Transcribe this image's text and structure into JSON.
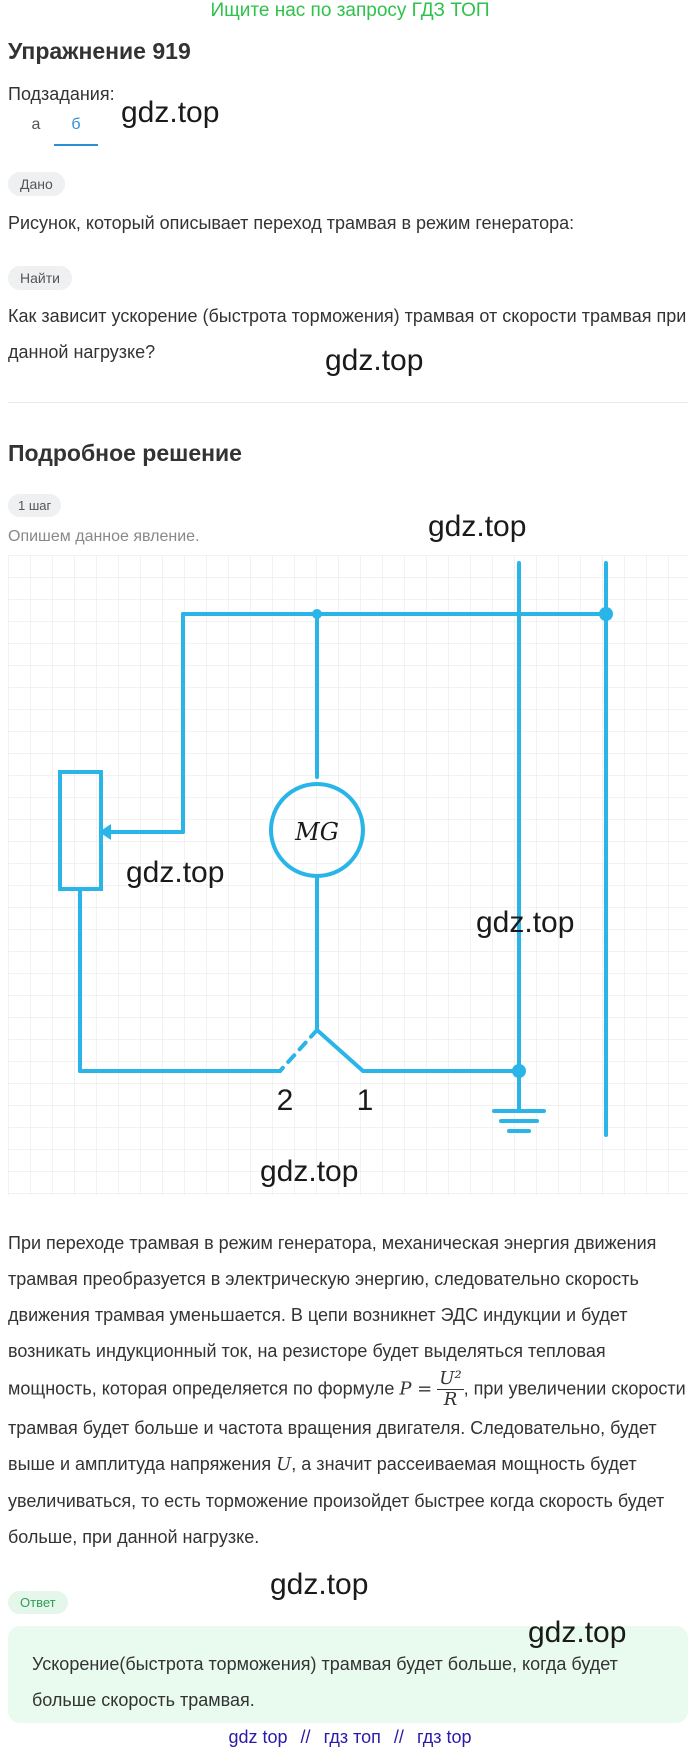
{
  "banner": "Ищите нас по запросу ГДЗ ТОП",
  "exercise_title": "Упражнение 919",
  "subtasks_label": "Подзадания:",
  "tabs": [
    {
      "label": "а"
    },
    {
      "label": "б"
    }
  ],
  "given": {
    "badge": "Дано",
    "text": "Рисунок, который описывает переход трамвая в режим генератора:"
  },
  "find": {
    "badge": "Найти",
    "text": "Как зависит ускорение (быстрота торможения) трамвая от скорости трамвая при данной нагрузке?"
  },
  "solution": {
    "heading": "Подробное решение",
    "step_badge": "1 шаг",
    "intro": "Опишем данное явление.",
    "figure_labels": {
      "mg": "MG",
      "contact_2": "2",
      "contact_1": "1"
    },
    "par1": "При переходе трамвая в режим генератора, механическая энергия движения трамвая преобразуется в электрическую энергию, следовательно скорость движения трамвая уменьшается. В цепи возникнет ЭДС индукции и будет возникать индукционный ток, на резисторе будет выделяться тепловая мощность, которая определяется по формуле",
    "formula_lhs": "P =",
    "formula_num": "U²",
    "formula_den": "R",
    "par2": ", при увеличении скорости трамвая будет больше и частота вращения двигателя. Следовательно, будет выше и амплитуда напряжения",
    "var_u": "U",
    "par3": ", а значит рассеиваемая мощность будет увеличиваться, то есть торможение произойдет быстрее когда скорость будет больше, при данной нагрузке."
  },
  "answer": {
    "badge": "Ответ",
    "text": "Ускорение(быстрота торможения) трамвая будет больше, когда будет больше скорость трамвая."
  },
  "watermark": "gdz.top",
  "footer": [
    "gdz top",
    "//",
    "гдз топ",
    "//",
    "гдз top"
  ],
  "colors": {
    "banner": "#2ec24a",
    "accent": "#2b8fd6",
    "wire": "#29b5e8",
    "answer_bg": "#e9fbef",
    "footer": "#2a1aa8"
  }
}
